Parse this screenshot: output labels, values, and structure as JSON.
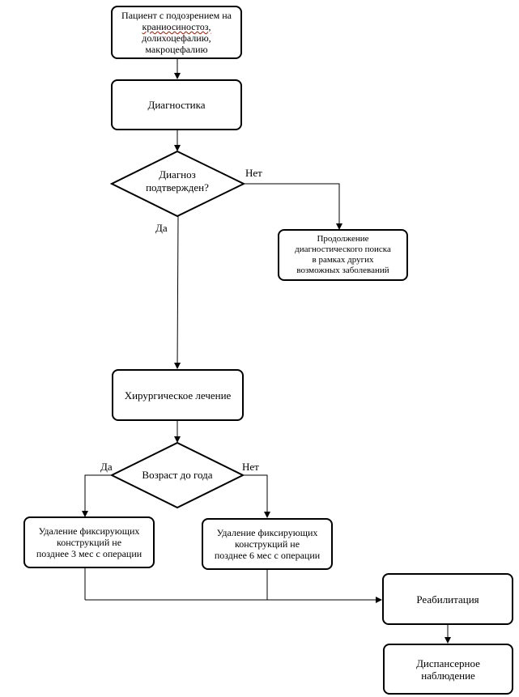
{
  "nodes": {
    "start": "Пациент с подозрением на краниосиностоз, долихоцефалию, макроцефалию",
    "start_l1": "Пациент с подозрением на",
    "start_l2": "краниосиностоз,",
    "start_l3": "долихоцефалию,",
    "start_l4": "макроцефалию",
    "diagnostics": "Диагностика",
    "decision1_l1": "Диагноз",
    "decision1_l2": "подтвержден?",
    "continue_l1": "Продолжение",
    "continue_l2": "диагностического поиска",
    "continue_l3": "в рамках других",
    "continue_l4": "возможных заболеваний",
    "surgery": "Хирургическое лечение",
    "decision2": "Возраст до года",
    "remove3_l1": "Удаление фиксирующих",
    "remove3_l2": "конструкций не",
    "remove3_l3": "позднее 3 мес с операции",
    "remove6_l1": "Удаление фиксирующих",
    "remove6_l2": "конструкций не",
    "remove6_l3": "позднее 6 мес с операции",
    "rehab": "Реабилитация",
    "followup_l1": "Диспансерное",
    "followup_l2": "наблюдение"
  },
  "edges": {
    "d1_no": "Нет",
    "d1_yes": "Да",
    "d2_yes": "Да",
    "d2_no": "Нет"
  }
}
